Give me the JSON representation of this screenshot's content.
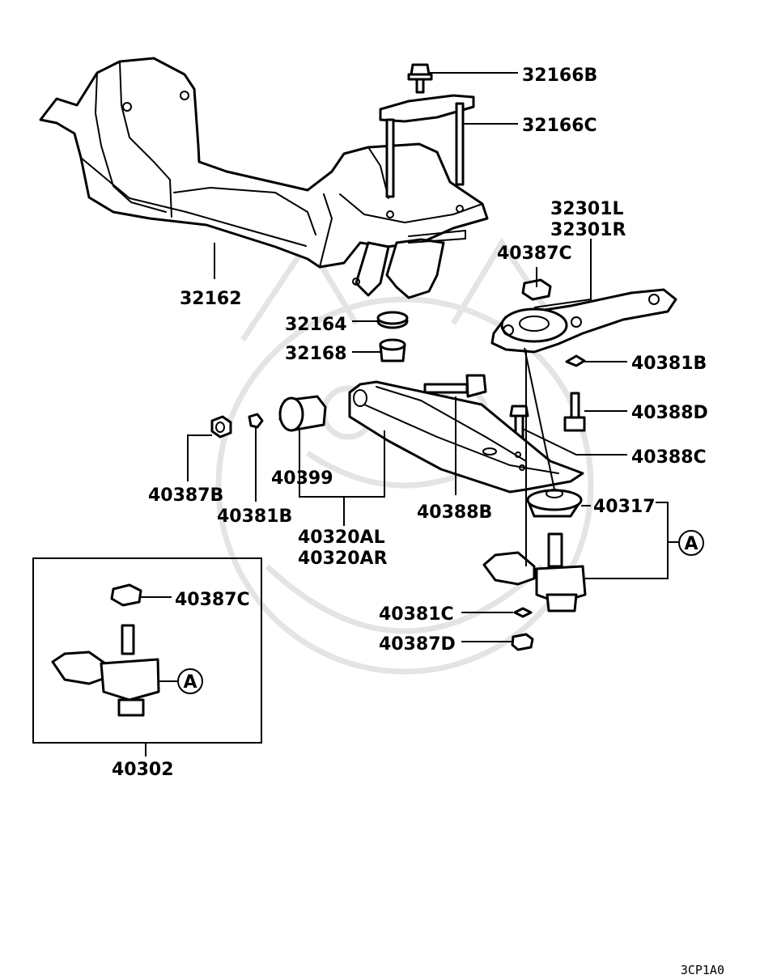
{
  "labels": {
    "p32166B": "32166B",
    "p32166C": "32166C",
    "p32301L": "32301L",
    "p32301R": "32301R",
    "p40387C_top": "40387C",
    "p32162": "32162",
    "p32164": "32164",
    "p32168": "32168",
    "p40381B_right": "40381B",
    "p40388D": "40388D",
    "p40388C": "40388C",
    "p40399": "40399",
    "p40387B": "40387B",
    "p40381B_left": "40381B",
    "p40388B": "40388B",
    "p40317": "40317",
    "p40320AL": "40320AL",
    "p40320AR": "40320AR",
    "p40387C_box": "40387C",
    "p40381C": "40381C",
    "p40387D": "40387D",
    "p40302": "40302",
    "callout_A_right": "A",
    "callout_A_box": "A"
  },
  "diagram_code": "3CP1A0"
}
